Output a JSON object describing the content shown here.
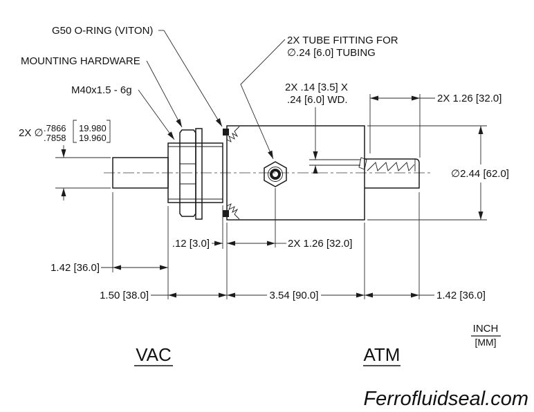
{
  "drawing": {
    "background": "#ffffff",
    "line_color": "#1a1a1a",
    "callouts": {
      "oring": "G50 O-RING (VITON)",
      "mounting_hardware": "MOUNTING HARDWARE",
      "mounting_thread": "M40x1.5 - 6g",
      "tube_fitting_line1": "2X TUBE FITTING FOR",
      "tube_fitting_line2": "∅.24 [6.0] TUBING",
      "groove_line1": "2X .14 [3.5] X",
      "groove_line2": ".24 [6.0] WD."
    },
    "dimensions": {
      "shaft_dia_prefix": "2X ∅",
      "shaft_dia_in_upper": ".7866",
      "shaft_dia_in_lower": ".7858",
      "shaft_dia_mm_upper": "19.980",
      "shaft_dia_mm_lower": "19.960",
      "thread_length_top": "2X 1.26 [32.0]",
      "body_diameter": "∅2.44 [62.0]",
      "flange_thickness": ".12 [3.0]",
      "port_position": "2X 1.26 [32.0]",
      "left_shaft_length": "1.42 [36.0]",
      "thread_length": "1.50 [38.0]",
      "body_length": "3.54 [90.0]",
      "right_shaft_length": "1.42 [36.0]"
    },
    "side_labels": {
      "vacuum": "VAC",
      "atmosphere": "ATM"
    },
    "units_note": {
      "numerator": "INCH",
      "denominator": "[MM]"
    },
    "watermark": "Ferrofluidseal.com"
  }
}
